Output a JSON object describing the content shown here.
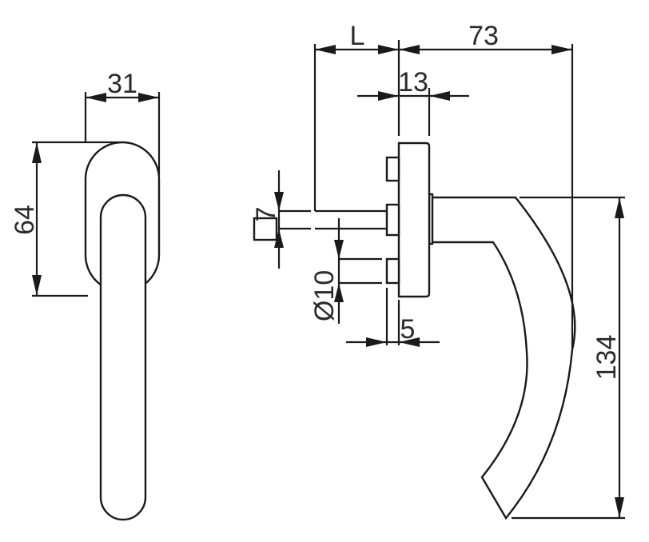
{
  "drawing": {
    "title": "Window handle dimensional drawing",
    "dimensions": {
      "rosette_width": "31",
      "rosette_height": "64",
      "spindle_length": "L",
      "handle_projection": "73",
      "rosette_depth": "13",
      "spindle_square": "7",
      "stud_diameter": "Ø10",
      "stud_length": "5",
      "handle_length": "134"
    },
    "colors": {
      "line": "#1a1a1a",
      "background": "#ffffff"
    }
  }
}
